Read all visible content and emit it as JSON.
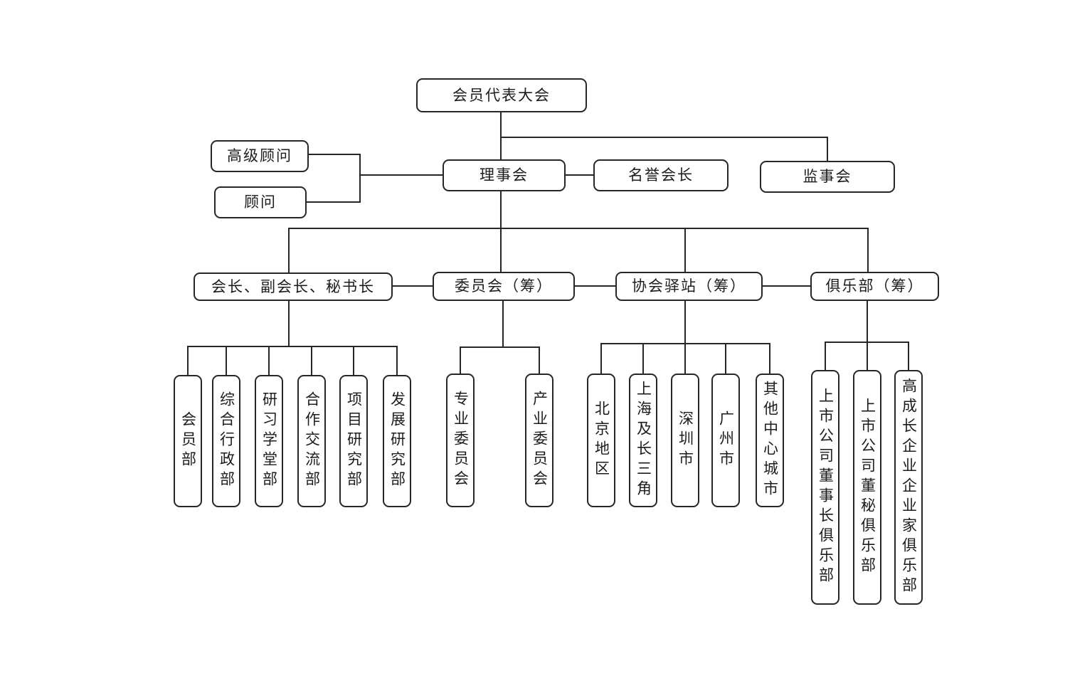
{
  "org": {
    "root": {
      "label": "会员代表大会"
    },
    "advisors": [
      {
        "label": "高级顾问"
      },
      {
        "label": "顾问"
      }
    ],
    "council": {
      "label": "理事会"
    },
    "honorary_president": {
      "label": "名誉会长"
    },
    "supervisory_board": {
      "label": "监事会"
    },
    "branches": [
      {
        "label": "会长、副会长、秘书长",
        "children": [
          {
            "label": "会员部"
          },
          {
            "label": "综合行政部"
          },
          {
            "label": "研习学堂部"
          },
          {
            "label": "合作交流部"
          },
          {
            "label": "项目研究部"
          },
          {
            "label": "发展研究部"
          }
        ]
      },
      {
        "label": "委员会（筹）",
        "children": [
          {
            "label": "专业委员会"
          },
          {
            "label": "产业委员会"
          }
        ]
      },
      {
        "label": "协会驿站（筹）",
        "children": [
          {
            "label": "北京地区"
          },
          {
            "label": "上海及长三角"
          },
          {
            "label": "深圳市"
          },
          {
            "label": "广州市"
          },
          {
            "label": "其他中心城市"
          }
        ]
      },
      {
        "label": "俱乐部（筹）",
        "children": [
          {
            "label": "上市公司董事长俱乐部"
          },
          {
            "label": "上市公司董秘俱乐部"
          },
          {
            "label": "高成长企业企业家俱乐部"
          }
        ]
      }
    ],
    "line_color": "#262626",
    "background_color": "#ffffff"
  }
}
